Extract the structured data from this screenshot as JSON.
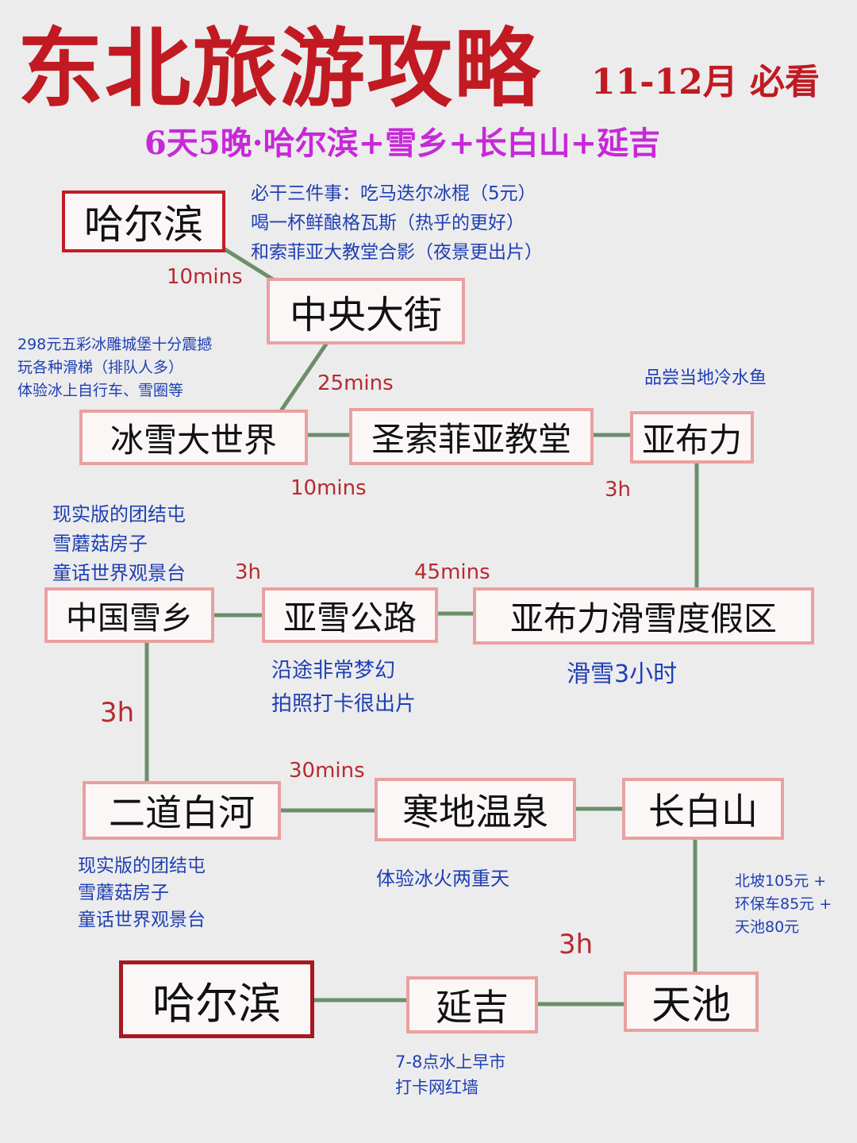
{
  "header": {
    "title": "东北旅游攻略",
    "title_note": "11-12月 必看",
    "subtitle": "6天5晚·哈尔滨+雪乡+长白山+延吉"
  },
  "colors": {
    "title": "#c11a22",
    "subtitle": "#c728d8",
    "node_border": "#eaa0a0",
    "major_border": "#c41c25",
    "connector": "#6b8f6b",
    "note_text": "#1f3fb3",
    "time_text": "#b72a2f"
  },
  "nodes": {
    "harbin_start": "哈尔滨",
    "central_street": "中央大街",
    "ice_snow_world": "冰雪大世界",
    "st_sophia": "圣索菲亚教堂",
    "yabuli": "亚布力",
    "china_snow_town": "中国雪乡",
    "yaxue_road": "亚雪公路",
    "yabuli_ski_resort": "亚布力滑雪度假区",
    "erdao_baihe": "二道白河",
    "cold_hot_spring": "寒地温泉",
    "changbai_mountain": "长白山",
    "harbin_end": "哈尔滨",
    "yanji": "延吉",
    "tianchi": "天池"
  },
  "notes": {
    "harbin_tips": [
      "必干三件事：吃马迭尔冰棍（5元）",
      "喝一杯鲜酿格瓦斯（热乎的更好）",
      "和索菲亚大教堂合影（夜景更出片）"
    ],
    "ice_world_tips": [
      "298元五彩冰雕城堡十分震撼",
      "玩各种滑梯（排队人多）",
      "体验冰上自行车、雪圈等"
    ],
    "yabuli_tip": "品尝当地冷水鱼",
    "snow_town_tips": [
      "现实版的团结屯",
      "雪蘑菇房子",
      "童话世界观景台"
    ],
    "yaxue_tips": [
      "沿途非常梦幻",
      "拍照打卡很出片"
    ],
    "ski_tip": "滑雪3小时",
    "erdao_tips": [
      "现实版的团结屯",
      "雪蘑菇房子",
      "童话世界观景台"
    ],
    "spring_tip": "体验冰火两重天",
    "changbai_tips": [
      "北坡105元 +",
      "环保车85元 +",
      "天池80元"
    ],
    "yanji_tips": [
      "7-8点水上早市",
      "打卡网红墙"
    ]
  },
  "times": {
    "harbin_to_street": "10mins",
    "street_to_world": "25mins",
    "world_to_sophia": "10mins",
    "sophia_to_yabuli": "3h",
    "snowtown_to_yaxue": "3h",
    "yaxue_to_resort": "45mins",
    "snowtown_to_erdao": "3h",
    "erdao_to_spring": "30mins",
    "changbai_to_tianchi": "3h"
  }
}
